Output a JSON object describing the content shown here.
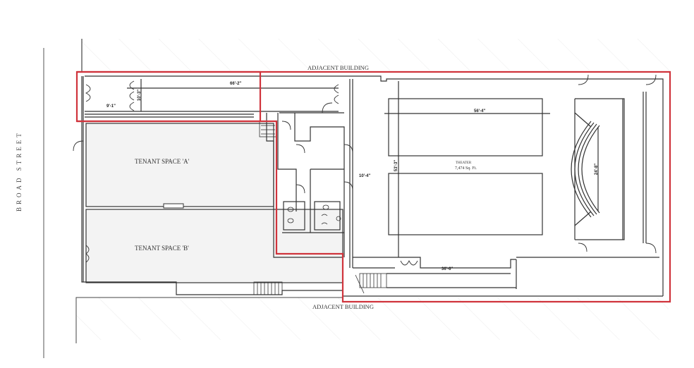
{
  "plan": {
    "street": "BROAD STREET",
    "adjacent_top": "ADJACENT BUILDING",
    "adjacent_bottom": "ADJACENT BUILDING",
    "tenant_a": "TENANT SPACE 'A'",
    "tenant_b": "TENANT SPACE 'B'",
    "theater_name": "THEATER",
    "theater_area": "7,474 Sq. Ft.",
    "dimensions": {
      "corridor_length": "66'-2\"",
      "corridor_width": "10'-3\"",
      "vestibule_width": "9'-1\"",
      "seating_width": "56'-4\"",
      "theater_depth": "53'-3\"",
      "aisle_width": "10'-4\"",
      "stage_width": "24'-8\"",
      "rear_corridor": "36'-6\""
    },
    "colors": {
      "highlight": "#d0343c",
      "wall": "#333333",
      "tenant_fill": "#f2f2f2"
    }
  }
}
